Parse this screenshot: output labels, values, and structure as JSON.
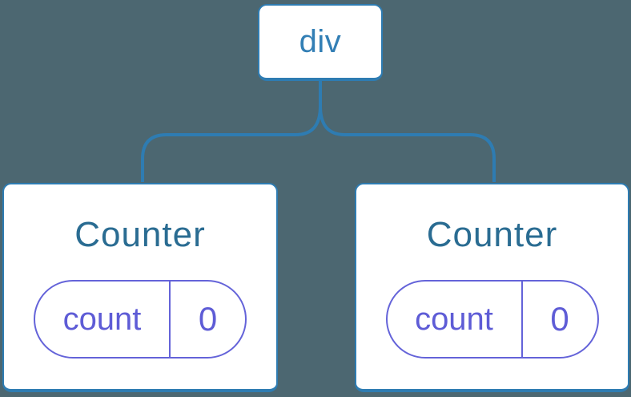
{
  "diagram": {
    "root": {
      "label": "div"
    },
    "children": [
      {
        "label": "Counter",
        "state": {
          "key": "count",
          "value": "0"
        }
      },
      {
        "label": "Counter",
        "state": {
          "key": "count",
          "value": "0"
        }
      }
    ]
  },
  "colors": {
    "background": "#4C6771",
    "node_fill": "#FFFFFF",
    "tree_line_blue": "#2E7CB2",
    "root_label_blue": "#337FB5",
    "counter_label_blue": "#2A6C92",
    "state_pill_purple": "#6463D9",
    "state_text_purple": "#5E5CD6"
  }
}
